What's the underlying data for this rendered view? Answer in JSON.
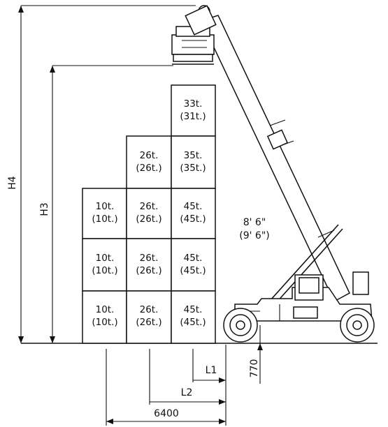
{
  "dimensions": {
    "h4": "H4",
    "h3": "H3",
    "l1": "L1",
    "l2": "L2",
    "wheelbase_offset": "6400",
    "axle_offset": "770"
  },
  "container_height_label": {
    "line1": "8' 6\"",
    "line2": "(9' 6\")"
  },
  "capacity_grid": {
    "col1": [
      {
        "capacity": "10t.",
        "alt": "(10t.)"
      },
      {
        "capacity": "10t.",
        "alt": "(10t.)"
      },
      {
        "capacity": "10t.",
        "alt": "(10t.)"
      }
    ],
    "col2": [
      {
        "capacity": "26t.",
        "alt": "(26t.)"
      },
      {
        "capacity": "26t.",
        "alt": "(26t.)"
      },
      {
        "capacity": "26t.",
        "alt": "(26t.)"
      },
      {
        "capacity": "26t.",
        "alt": "(26t.)"
      }
    ],
    "col3": [
      {
        "capacity": "45t.",
        "alt": "(45t.)"
      },
      {
        "capacity": "45t.",
        "alt": "(45t.)"
      },
      {
        "capacity": "45t.",
        "alt": "(45t.)"
      },
      {
        "capacity": "35t.",
        "alt": "(35t.)"
      },
      {
        "capacity": "33t.",
        "alt": "(31t.)"
      }
    ]
  }
}
